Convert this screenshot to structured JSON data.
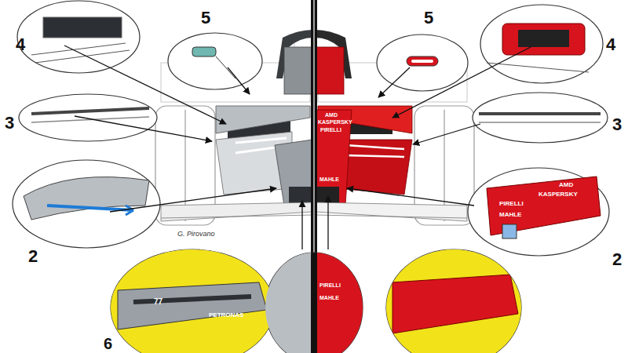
{
  "diagram": {
    "labels": [
      "5",
      "5",
      "4",
      "4",
      "3",
      "3",
      "2",
      "2",
      "6",
      "G. Pirovano",
      "AMD",
      "KASPERSKY",
      "PIRELLI",
      "MAHLE",
      "AMD",
      "KASPERSKY",
      "PIRELLI",
      "MAHLE",
      "77",
      "PETRONAS",
      "PIRELLI",
      "MAHLE"
    ]
  }
}
